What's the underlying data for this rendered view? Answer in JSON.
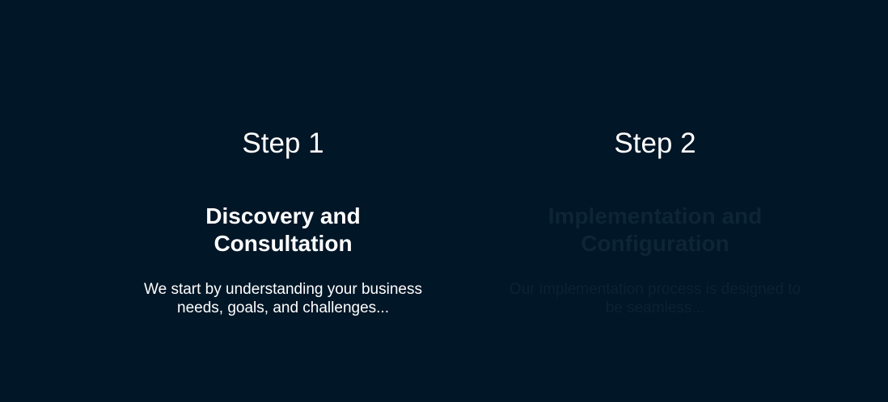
{
  "steps": [
    {
      "number": "Step 1",
      "title": "Discovery and Consultation",
      "description": "We start by understanding your business needs, goals, and challenges..."
    },
    {
      "number": "Step 2",
      "title": "Implementation and Configuration",
      "description": "Our implementation process is designed to be seamless..."
    }
  ],
  "colors": {
    "background": "#011627",
    "text": "#ffffff",
    "faded_text": "#0e2536"
  }
}
